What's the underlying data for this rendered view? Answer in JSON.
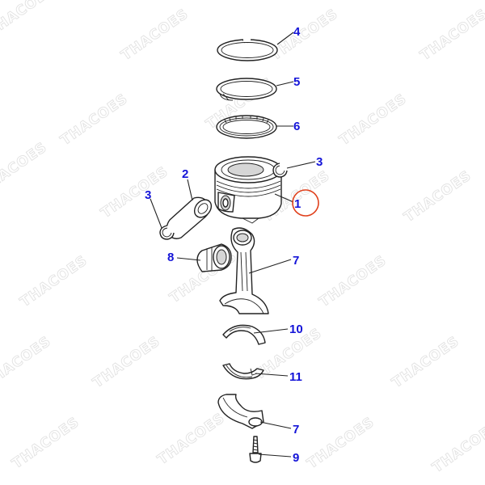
{
  "watermark": {
    "text": "THACOES",
    "color": "#e2e2e2"
  },
  "colors": {
    "callout_text": "#1414d8",
    "highlight_ring": "#e0401c",
    "line_art": "#222222"
  },
  "callouts": [
    {
      "id": "ring-top",
      "label": "4"
    },
    {
      "id": "ring-second",
      "label": "5"
    },
    {
      "id": "ring-oil",
      "label": "6"
    },
    {
      "id": "snap-ring-right",
      "label": "3"
    },
    {
      "id": "piston",
      "label": "1",
      "highlighted": true
    },
    {
      "id": "piston-pin",
      "label": "2"
    },
    {
      "id": "snap-ring-left",
      "label": "3"
    },
    {
      "id": "bushing",
      "label": "8"
    },
    {
      "id": "connecting-rod",
      "label": "7"
    },
    {
      "id": "bearing-upper",
      "label": "10"
    },
    {
      "id": "bearing-lower",
      "label": "11"
    },
    {
      "id": "rod-cap",
      "label": "7"
    },
    {
      "id": "bolt",
      "label": "9"
    }
  ]
}
